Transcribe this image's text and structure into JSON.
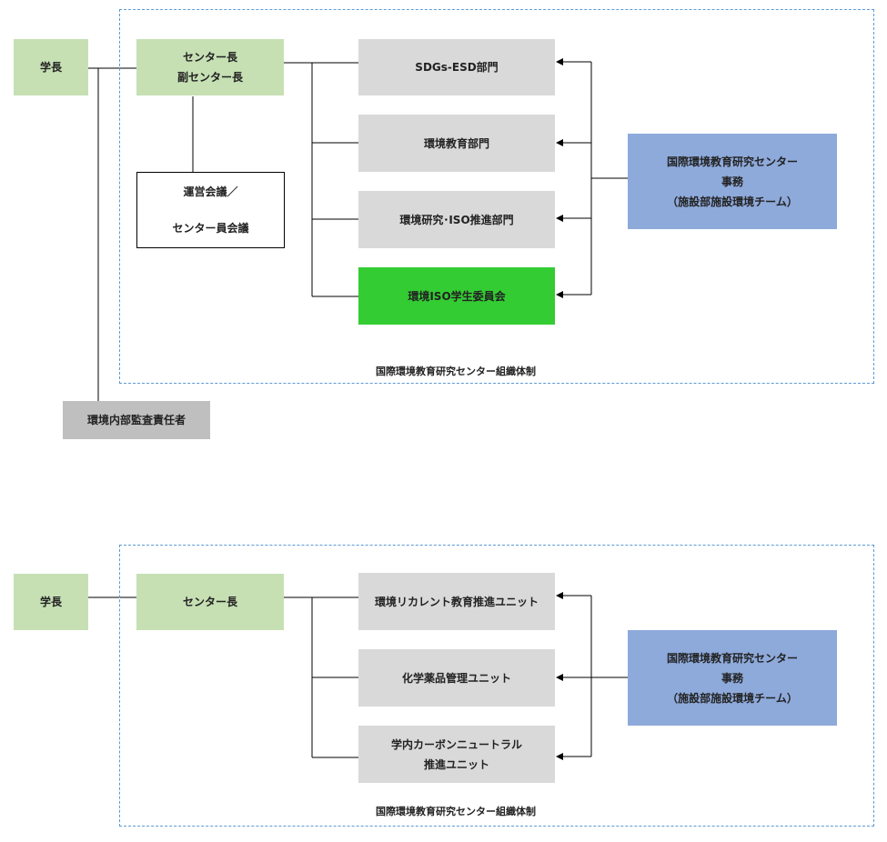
{
  "top": {
    "president": "学長",
    "director_line1": "センター長",
    "director_line2": "副センター長",
    "committee_line1": "運営会議／",
    "committee_line2": "センター員会議",
    "auditor": "環境内部監査責任者",
    "divisions": [
      "SDGs-ESD部門",
      "環境教育部門",
      "環境研究･ISO推進部門",
      "環境ISO学生委員会"
    ],
    "office_line1": "国際環境教育研究センター",
    "office_line2": "事務",
    "office_line3": "（施設部施設環境チーム）",
    "caption": "国際環境教育研究センター組織体制"
  },
  "bottom": {
    "president": "学長",
    "director": "センター長",
    "units": [
      "環境リカレント教育推進ユニット",
      "化学薬品管理ユニット"
    ],
    "unit3_line1": "学内カーボンニュートラル",
    "unit3_line2": "推進ユニット",
    "office_line1": "国際環境教育研究センター",
    "office_line2": "事務",
    "office_line3": "（施設部施設環境チーム）",
    "caption": "国際環境教育研究センター組織体制"
  },
  "colors": {
    "leader": "#c6e0b4",
    "division": "#d9d9d9",
    "auditor": "#bfbfbf",
    "student_committee": "#33cc33",
    "office": "#8eaadb",
    "frame": "#5b9bd5"
  }
}
